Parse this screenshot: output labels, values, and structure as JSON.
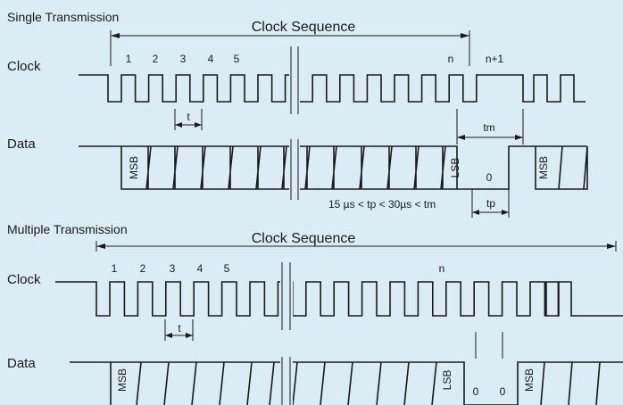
{
  "colors": {
    "background": "#dbecf5",
    "line": "#1a1a1a",
    "title_text": "#333333"
  },
  "single": {
    "title": "Single Transmission",
    "sequence_label": "Clock Sequence",
    "clock_label": "Clock",
    "data_label": "Data",
    "pulse_indices": [
      "1",
      "2",
      "3",
      "4",
      "5"
    ],
    "pulse_n": "n",
    "pulse_n1": "n+1",
    "period_label": "t",
    "msb": "MSB",
    "lsb": "LSB",
    "zero": "0",
    "tm_label": "tm",
    "tp_label": "tp",
    "timing_note": "15 µs < tp < 30µs < tm"
  },
  "multiple": {
    "title": "Multiple Transmission",
    "sequence_label": "Clock Sequence",
    "clock_label": "Clock",
    "data_label": "Data",
    "pulse_indices": [
      "1",
      "2",
      "3",
      "4",
      "5"
    ],
    "pulse_n": "n",
    "period_label": "t",
    "msb": "MSB",
    "lsb": "LSB",
    "zero_1": "0",
    "zero_2": "0"
  }
}
